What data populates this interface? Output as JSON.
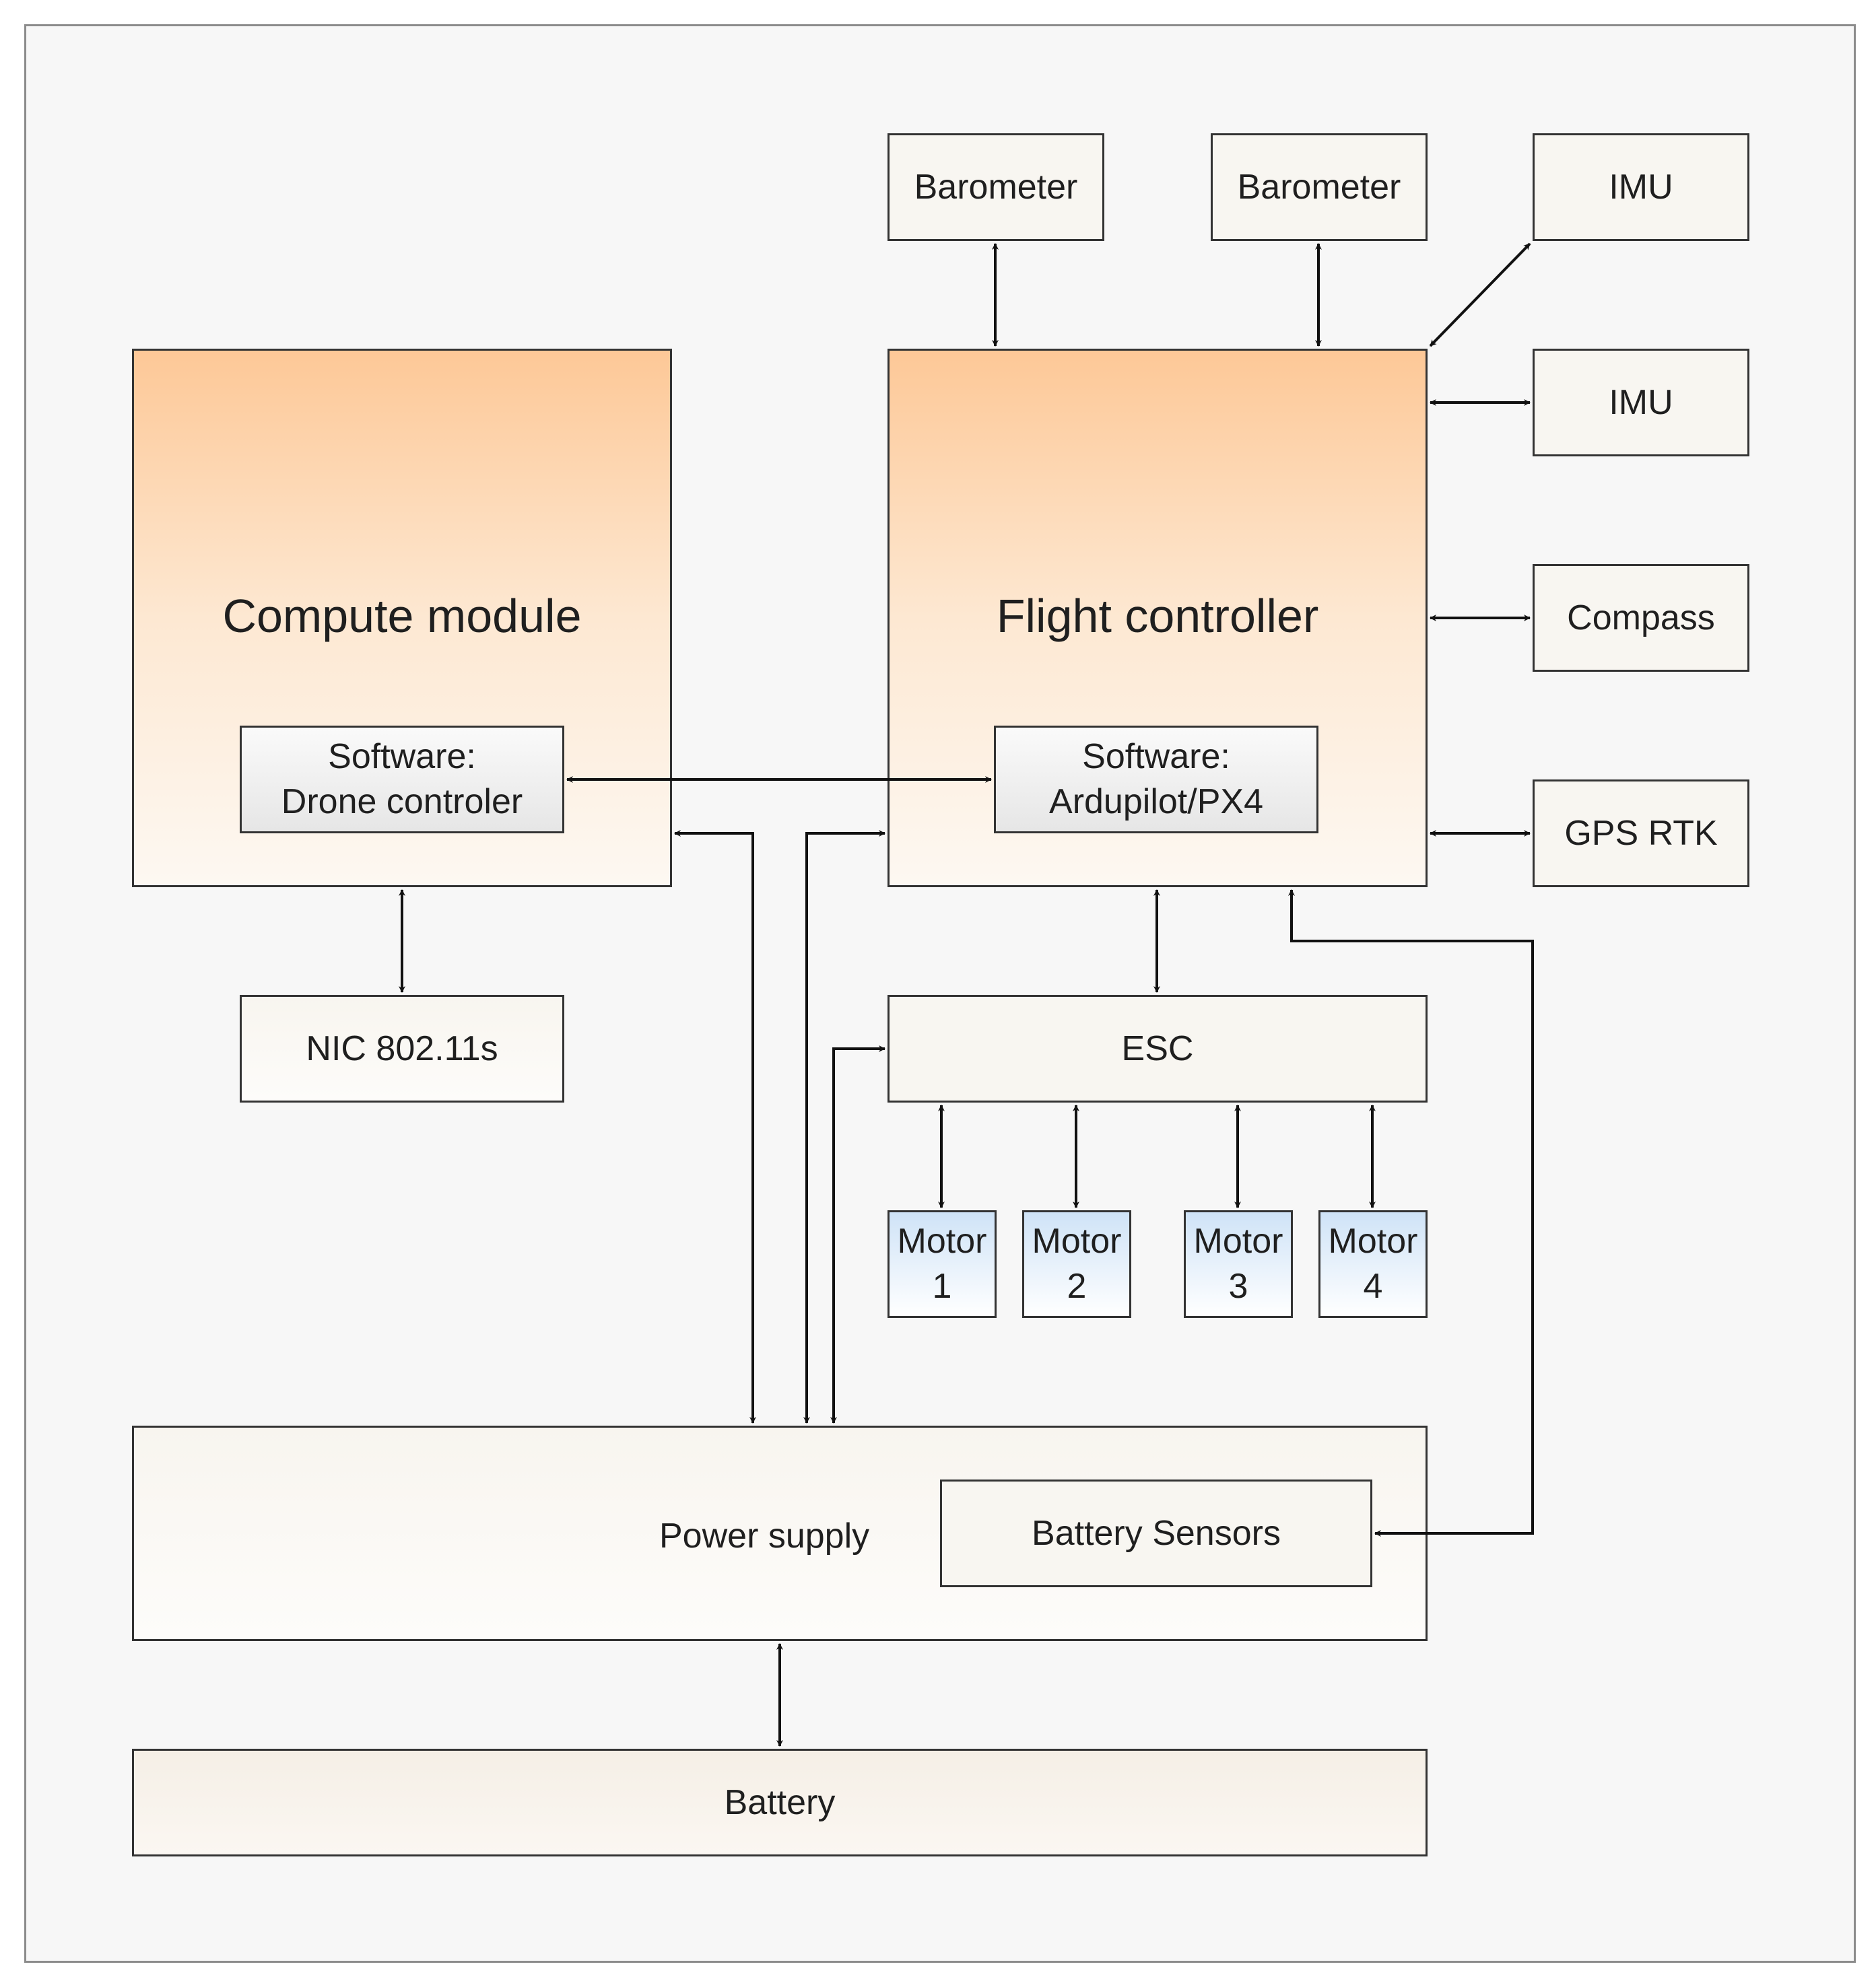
{
  "diagram": {
    "sensors": {
      "barometer_1": "Barometer",
      "barometer_2": "Barometer",
      "imu_1": "IMU",
      "imu_2": "IMU",
      "compass": "Compass",
      "gps": "GPS RTK"
    },
    "compute_module": {
      "title": "Compute module",
      "software": "Software:\nDrone controler"
    },
    "flight_controller": {
      "title": "Flight controller",
      "software": "Software:\nArdupilot/PX4"
    },
    "nic": "NIC 802.11s",
    "esc": "ESC",
    "motors": [
      "Motor\n1",
      "Motor\n2",
      "Motor\n3",
      "Motor\n4"
    ],
    "power_supply": {
      "title": "Power supply",
      "battery_sensors": "Battery Sensors"
    },
    "battery": "Battery"
  }
}
